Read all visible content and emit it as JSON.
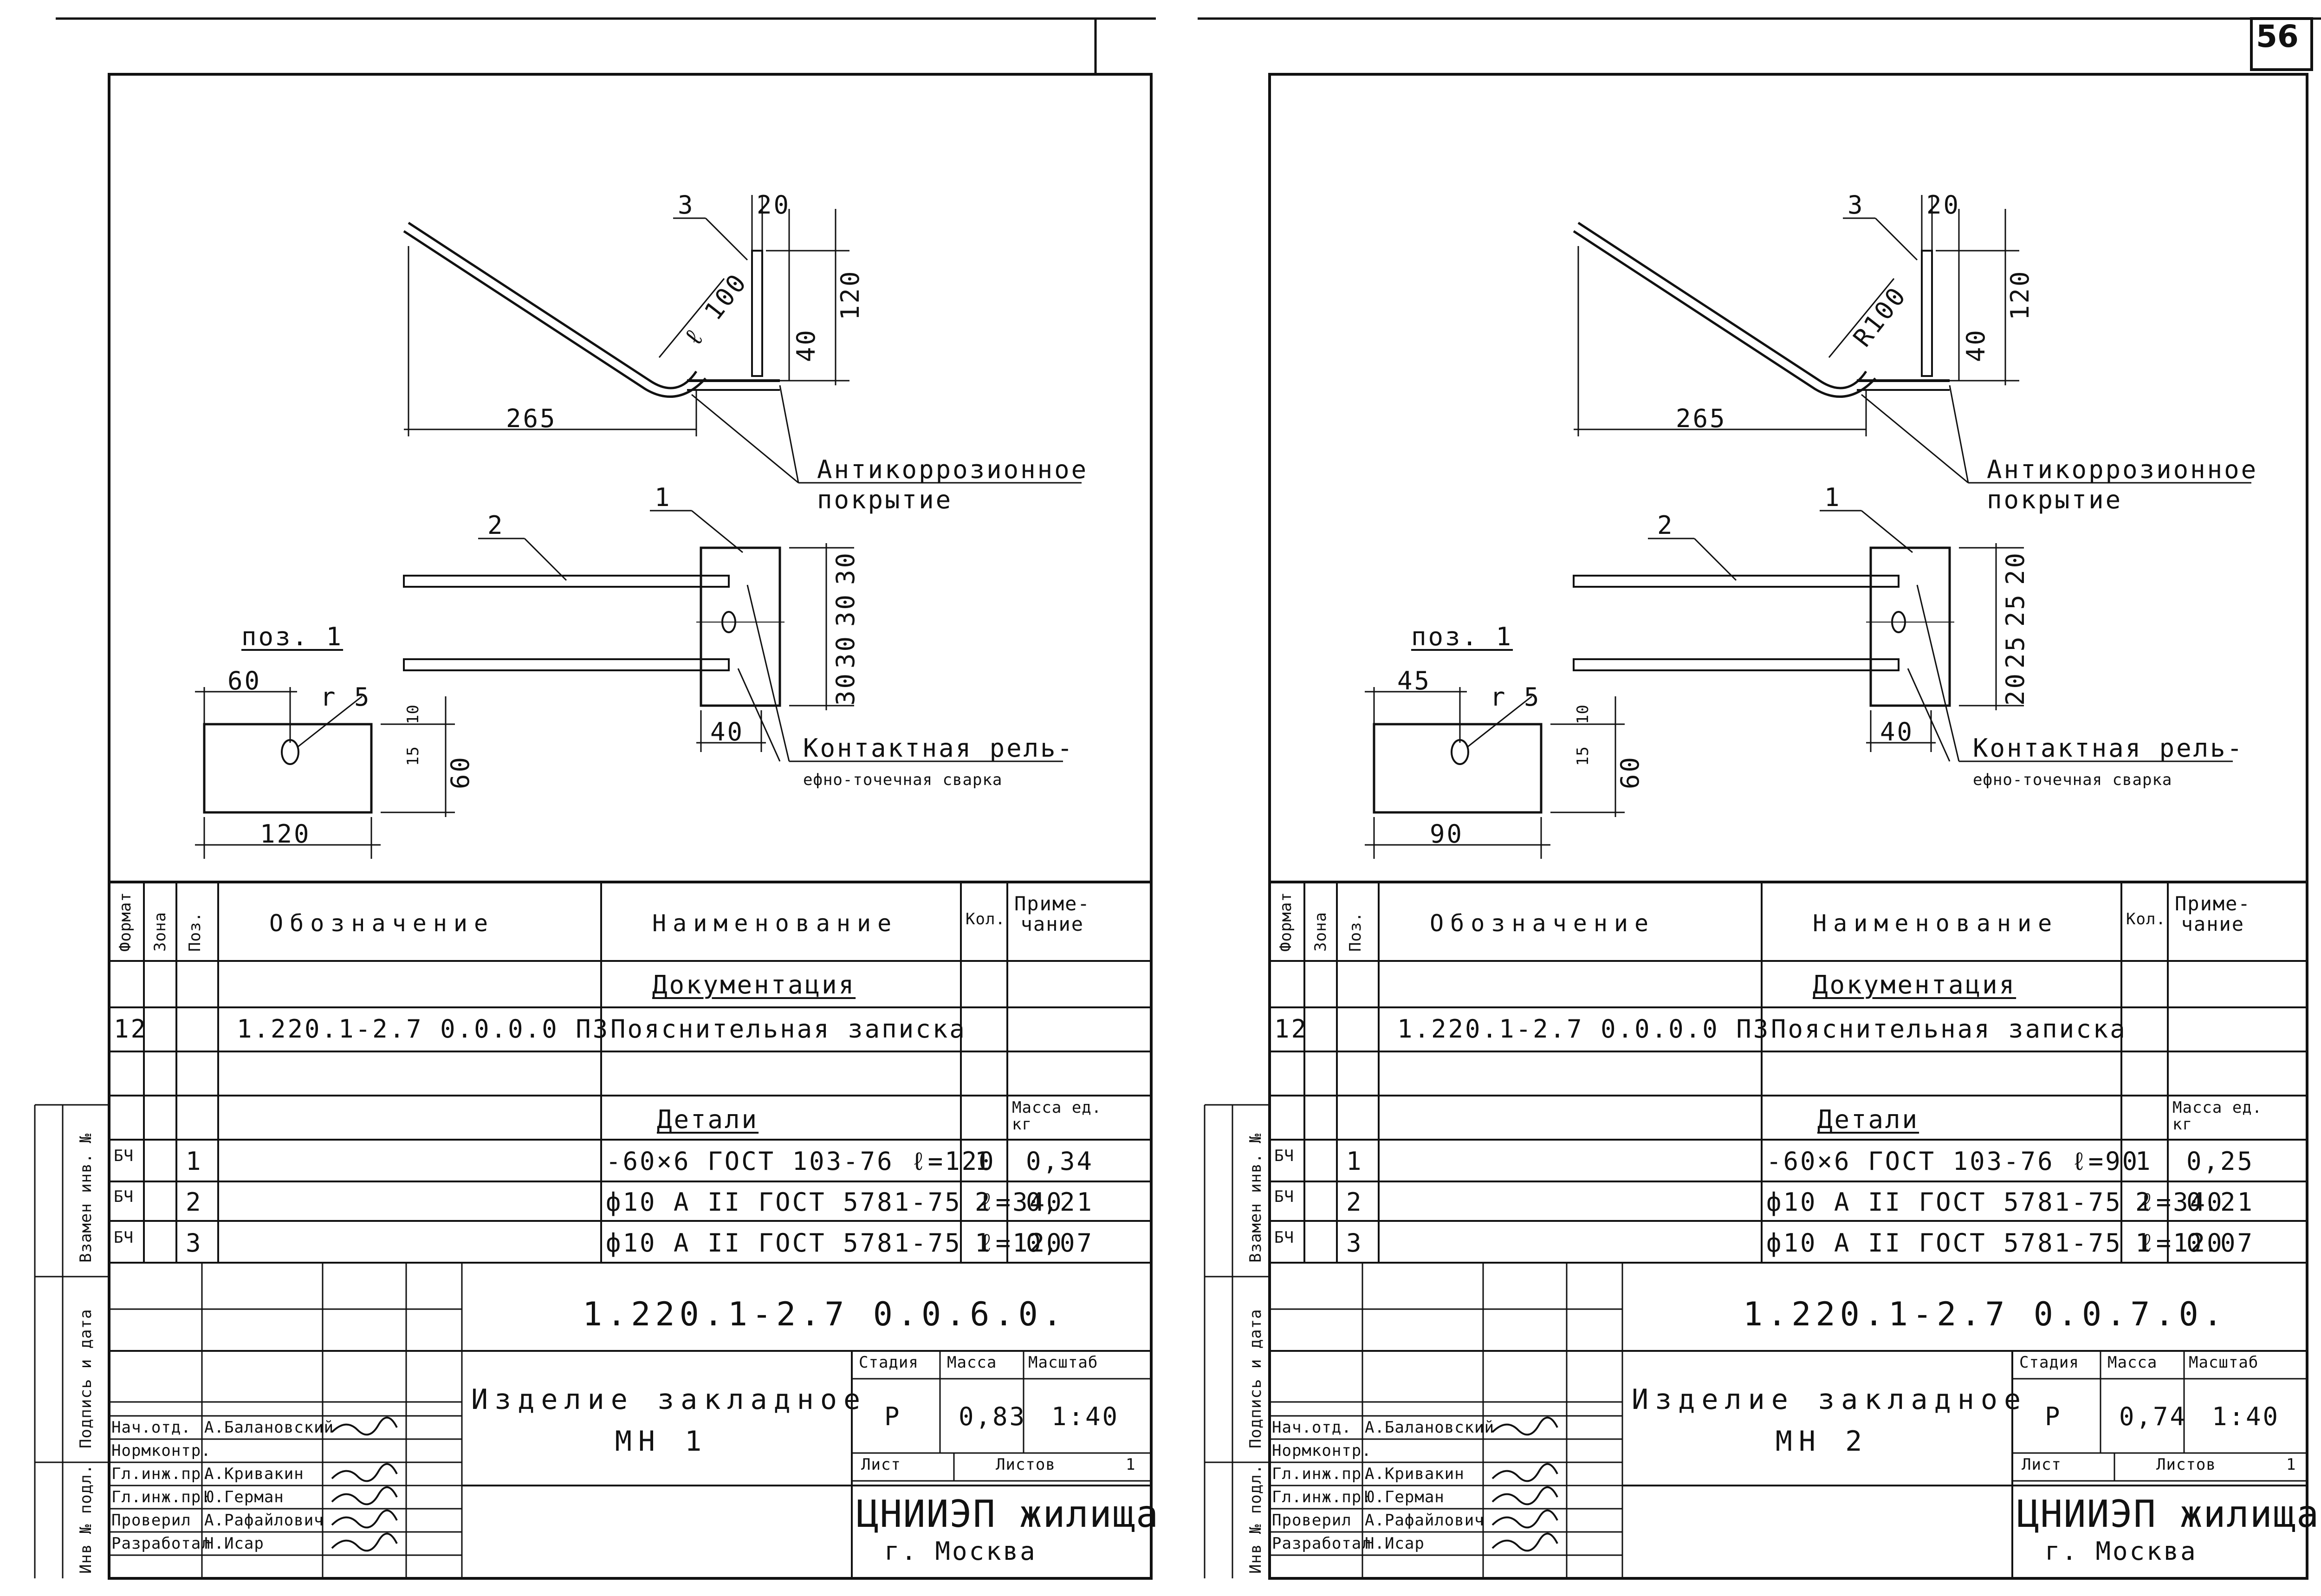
{
  "sheet_number": "56",
  "labels": {
    "anticorrosion_line1": "Антикоррозионное",
    "anticorrosion_line2": "покрытие",
    "weld_line1": "Контактная рель-",
    "weld_line2": "ефно-точечная сварка",
    "position_label": "поз. 1"
  },
  "table_headers": {
    "format": "Формат",
    "zone": "Зона",
    "pos": "Поз.",
    "designation": "Обозначение",
    "name": "Наименование",
    "qty": "Кол.",
    "note": "Приме-\nчание"
  },
  "title_block_labels": {
    "stage": "Стадия",
    "mass": "Масса",
    "scale": "Масштаб",
    "sheet": "Лист",
    "sheets": "Листов",
    "roles": [
      "Нач.отд.",
      "Нормконтр.",
      "Гл.инж.пр.",
      "Гл.инж.пр.",
      "Проверил",
      "Разработал"
    ],
    "names": [
      "А.Балановский",
      "",
      "А.Кривакин",
      "Ю.Герман",
      "А.Рафайлович",
      "Н.Исар"
    ],
    "org_name": "ЦНИИЭП жилища",
    "org_city": "г. Москва",
    "margin_left": "Взамен инв. №",
    "margin_mid": "Подпись и дата",
    "margin_bottom": "Инв № подл."
  },
  "sheets": [
    {
      "drawing": {
        "pos_3": "3",
        "dim_20": "20",
        "dim_radius": "ℓ 100",
        "dim_120": "120",
        "dim_40": "40",
        "dim_265": "265",
        "pos_1": "1",
        "pos_2": "2",
        "dim_30a": "30",
        "dim_30b": "30",
        "dim_30c": "30",
        "dim_30d": "30",
        "dim_plate_40": "40",
        "dim_plate_60": "60",
        "dim_r5": "r 5",
        "dim_10": "10",
        "dim_15": "15",
        "dim_60_side": "60",
        "dim_120_bottom": "120"
      },
      "docs_heading": "Документация",
      "doc_row": {
        "format": "12",
        "designation": "1.220.1-2.7 0.0.0.0 ПЗ",
        "name": "Пояснительная записка"
      },
      "details_heading": "Детали",
      "mass_note": "Масса ед. кг",
      "parts": [
        {
          "format": "БЧ",
          "pos": "1",
          "name": "-60×6 ГОСТ 103-76 ℓ=120",
          "qty": "1",
          "mass": "0,34"
        },
        {
          "format": "БЧ",
          "pos": "2",
          "name": "ф10 А II ГОСТ 5781-75 ℓ=340",
          "qty": "2",
          "mass": "0,21"
        },
        {
          "format": "БЧ",
          "pos": "3",
          "name": "ф10 А II ГОСТ 5781-75 ℓ=120",
          "qty": "1",
          "mass": "0,07"
        }
      ],
      "doc_number": "1.220.1-2.7 0.0.6.0.",
      "title_line1": "Изделие закладное",
      "title_line2": "МН 1",
      "stage": "Р",
      "mass": "0,83",
      "scale": "1:40",
      "sheets_count": "1"
    },
    {
      "drawing": {
        "pos_3": "3",
        "dim_20": "20",
        "dim_radius": "R100",
        "dim_120": "120",
        "dim_40": "40",
        "dim_265": "265",
        "pos_1": "1",
        "pos_2": "2",
        "dim_30a": "20",
        "dim_30b": "25",
        "dim_30c": "25",
        "dim_30d": "20",
        "dim_plate_40": "40",
        "dim_plate_60": "45",
        "dim_r5": "r 5",
        "dim_10": "10",
        "dim_15": "15",
        "dim_60_side": "60",
        "dim_120_bottom": "90"
      },
      "docs_heading": "Документация",
      "doc_row": {
        "format": "12",
        "designation": "1.220.1-2.7 0.0.0.0 ПЗ",
        "name": "Пояснительная записка"
      },
      "details_heading": "Детали",
      "mass_note": "Масса ед. кг",
      "parts": [
        {
          "format": "БЧ",
          "pos": "1",
          "name": "-60×6 ГОСТ 103-76 ℓ=90",
          "qty": "1",
          "mass": "0,25"
        },
        {
          "format": "БЧ",
          "pos": "2",
          "name": "ф10 А II ГОСТ 5781-75 ℓ=340",
          "qty": "2",
          "mass": "0.21"
        },
        {
          "format": "БЧ",
          "pos": "3",
          "name": "ф10 А II ГОСТ 5781-75 ℓ=120",
          "qty": "1",
          "mass": "0.07"
        }
      ],
      "doc_number": "1.220.1-2.7 0.0.7.0.",
      "title_line1": "Изделие закладное",
      "title_line2": "МН 2",
      "stage": "Р",
      "mass": "0,74",
      "scale": "1:40",
      "sheets_count": "1"
    }
  ]
}
